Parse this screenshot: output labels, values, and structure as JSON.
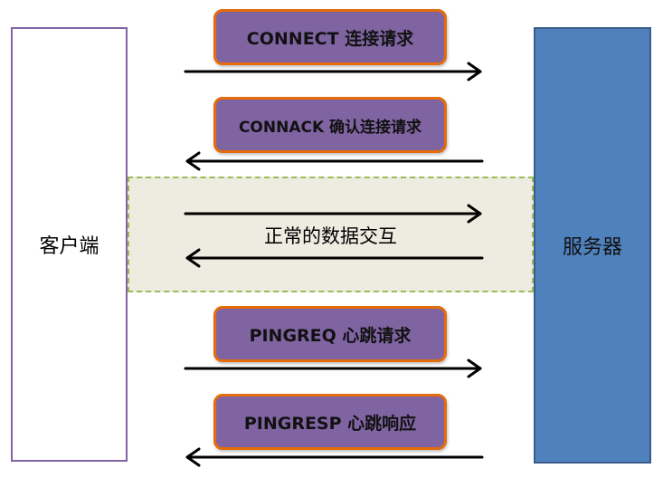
{
  "client": {
    "label": "客户端"
  },
  "server": {
    "label": "服务器"
  },
  "messages": [
    {
      "label": "CONNECT 连接请求",
      "direction": "client-to-server"
    },
    {
      "label": "CONNACK 确认连接请求",
      "direction": "server-to-client"
    },
    {
      "label": "PINGREQ 心跳请求",
      "direction": "client-to-server"
    },
    {
      "label": "PINGRESP 心跳响应",
      "direction": "server-to-client"
    }
  ],
  "data_exchange": {
    "label": "正常的数据交互"
  },
  "colors": {
    "message_fill": "#8064a2",
    "message_border": "#e46c0a",
    "server": "#4f81bd",
    "client_border": "#8064a2",
    "zone_fill": "#eeece1",
    "zone_border": "#9bbb59"
  }
}
